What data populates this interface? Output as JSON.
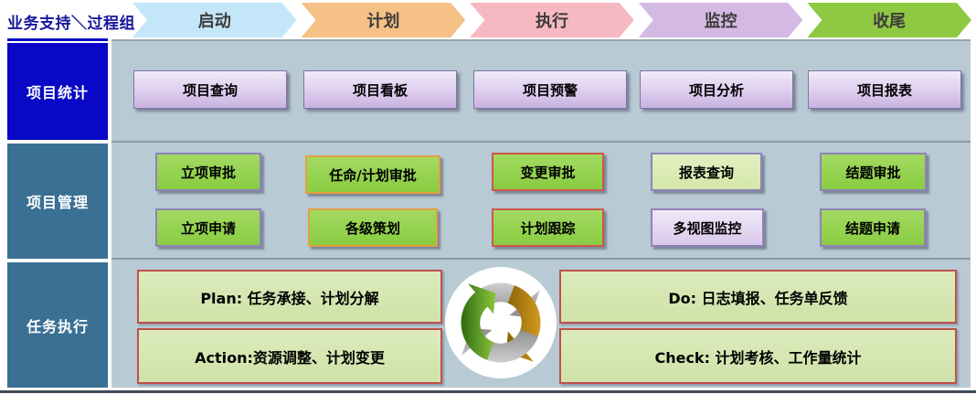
{
  "header": {
    "support_label": "业务支持＼过程组",
    "phases": [
      {
        "label": "启动",
        "color": "#C3E7F8"
      },
      {
        "label": "计划",
        "color": "#F6C186"
      },
      {
        "label": "执行",
        "color": "#F7B9C1"
      },
      {
        "label": "监控",
        "color": "#D5B9E5"
      },
      {
        "label": "收尾",
        "color": "#8FC841"
      }
    ]
  },
  "stats_row": {
    "label": "项目统计",
    "buttons": [
      {
        "label": "项目查询"
      },
      {
        "label": "项目看板"
      },
      {
        "label": "项目预警"
      },
      {
        "label": "项目分析"
      },
      {
        "label": "项目报表"
      }
    ]
  },
  "mgmt_row": {
    "label": "项目管理",
    "line1": [
      {
        "label": "立项审批",
        "border_color": "#8E83B8"
      },
      {
        "label": "任命/计划审批",
        "border_color": "#E2A13E"
      },
      {
        "label": "变更审批",
        "border_color": "#CF564A"
      },
      {
        "label": "报表查询",
        "border_color": "#8E83B8"
      },
      {
        "label": "结题审批",
        "border_color": "#8E83B8"
      }
    ],
    "line2": [
      {
        "label": "立项申请",
        "border_color": "#8E83B8"
      },
      {
        "label": "各级策划",
        "border_color": "#E2A13E"
      },
      {
        "label": "计划跟踪",
        "border_color": "#CF564A"
      },
      {
        "label": "多视图监控",
        "border_color": "#8E83B8"
      },
      {
        "label": "结题申请",
        "border_color": "#8E83B8"
      }
    ]
  },
  "task_row": {
    "label": "任务执行",
    "boxes": [
      {
        "label": "Plan:  任务承接、计划分解"
      },
      {
        "label": "Do: 日志填报、任务单反馈"
      },
      {
        "label": "Action:资源调整、计划变更"
      },
      {
        "label": "Check: 计划考核、工作量统计"
      }
    ],
    "icon": "pdca-cycle-icon"
  },
  "colors": {
    "content_background": "#B8CAD4",
    "stats_label_bg": "#0808C6",
    "row_label_bg": "#3A7094",
    "purple_button_bg": "#C9B2E2",
    "green_button_bg": "#89CC41",
    "light_green_button_bg": "#D4E7A9",
    "light_purple_button_bg": "#DAC8EC",
    "pdca_box_bg": "#CFE2A8",
    "pdca_box_border": "#C0504D",
    "header_text": "#16169B",
    "cycle_gray": "#A9A9A9",
    "cycle_gold": "#B07D10",
    "cycle_green": "#5FA61B"
  }
}
